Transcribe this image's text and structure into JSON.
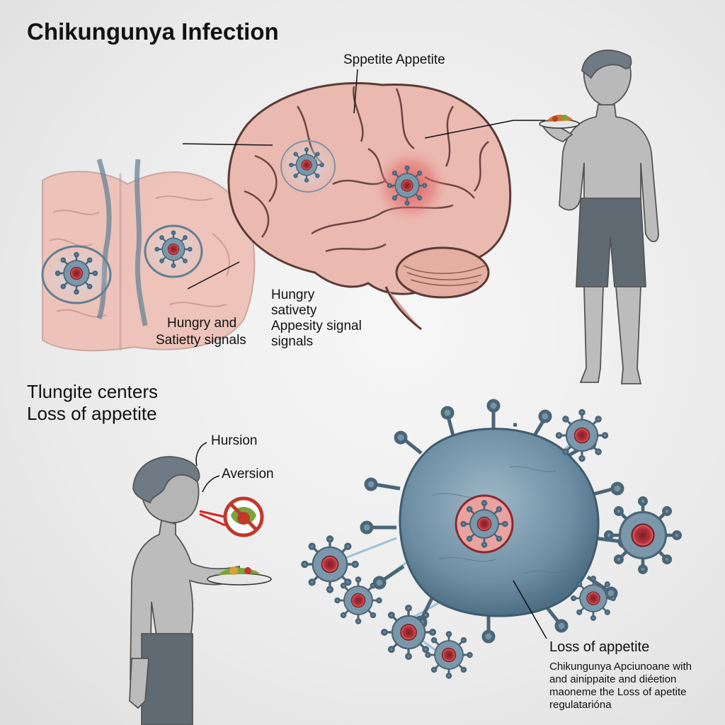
{
  "title": "Chikungunya Infection",
  "labels": {
    "top_callout": "Sppetite Appetite",
    "left_brain_caption": [
      "Hungry and",
      "Satietty signals"
    ],
    "center_caption": [
      "Hungry",
      "sativety",
      "Appesity signal",
      "signals"
    ],
    "section_heading": [
      "Tlungite centers",
      "Loss of appetite"
    ],
    "hursion": "Hursion",
    "aversion": "Aversion",
    "virus_heading": "Loss of appetite",
    "virus_description": [
      "Chikungunya Apciunoane with",
      "and ainippaite and diéetion",
      "maoneme the Loss of apetite",
      "regulatarióna"
    ]
  },
  "colors": {
    "brain": "#eab9b0",
    "brain_outline": "#5a3b36",
    "virus": "#6d8ea3",
    "virus_core": "#b8323a",
    "inflammation": "#d9404a",
    "skin": "#b9b9b9",
    "shorts": "#5f6a73"
  }
}
